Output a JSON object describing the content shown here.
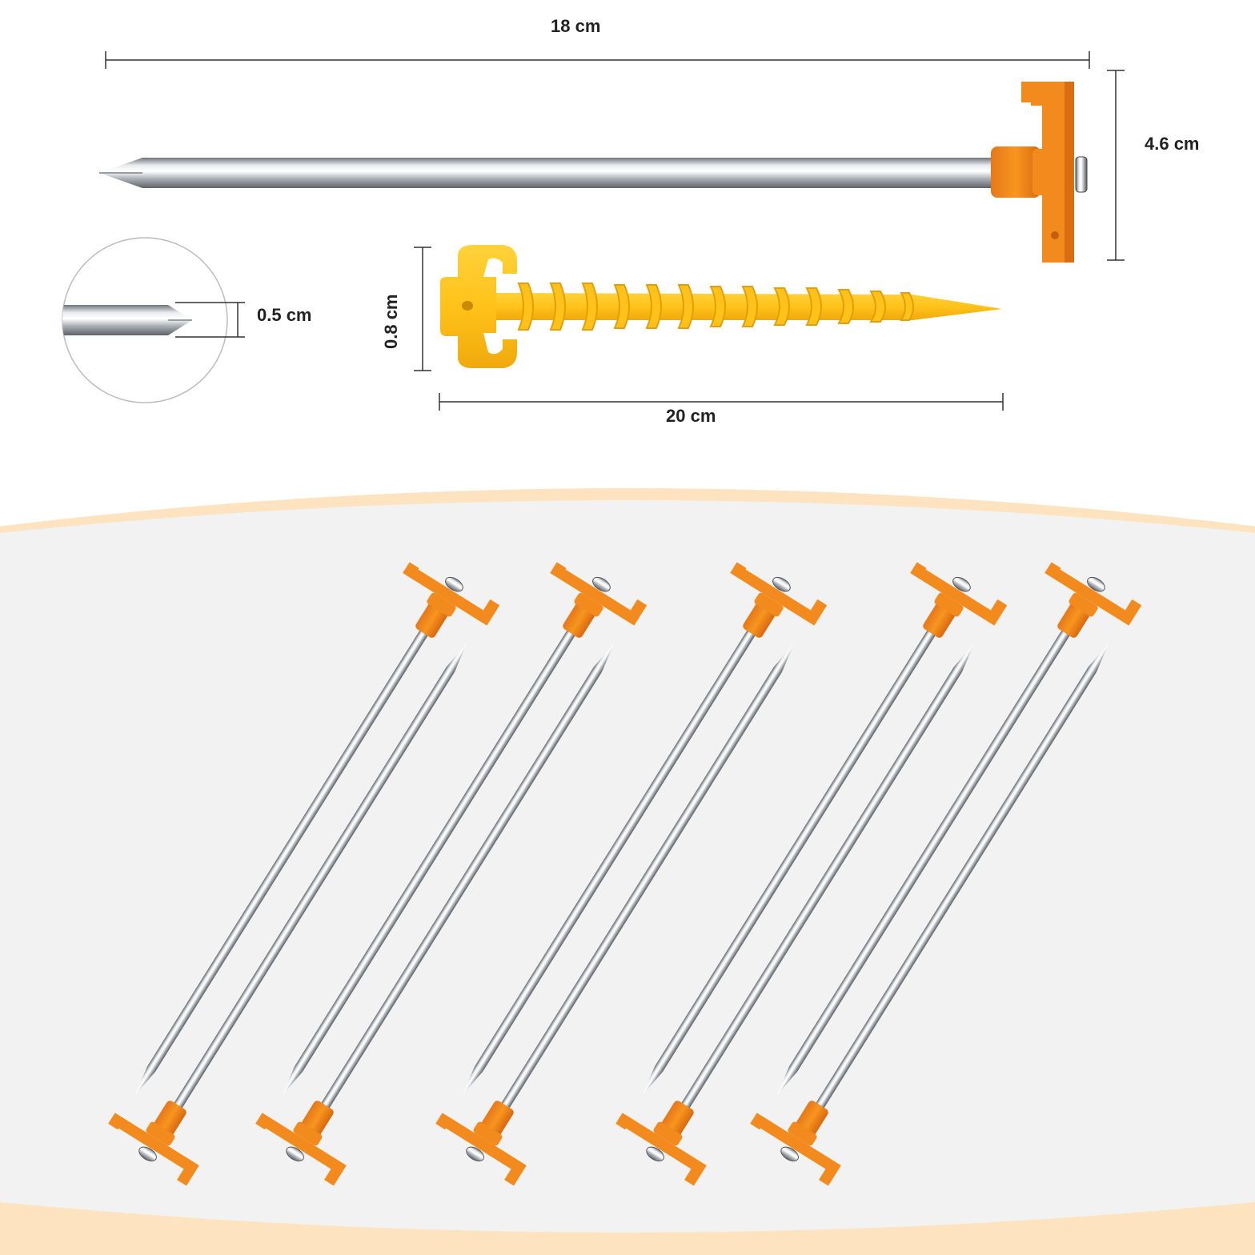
{
  "dimensions": {
    "nail_length": "18 cm",
    "head_height": "4.6 cm",
    "tip_diameter": "0.5 cm",
    "screw_width": "0.8 cm",
    "screw_length": "20 cm"
  },
  "colors": {
    "orange_head": "#f28a1e",
    "yellow_screw": "#ffc21a",
    "steel": "#b8bcc2",
    "backdrop_band": "#fde7c8",
    "backdrop_fill": "#f2f2f2"
  },
  "bundle": {
    "pair_count": 5
  }
}
